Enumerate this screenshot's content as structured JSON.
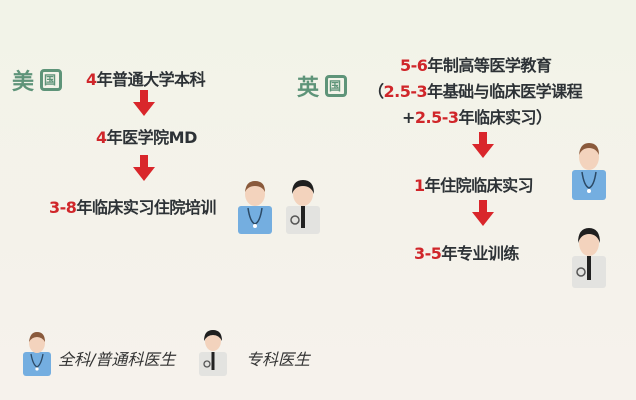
{
  "usa": {
    "title": "美国",
    "title_main": "美",
    "title_box": "国",
    "steps": [
      {
        "num": "4",
        "text": "年普通大学本科"
      },
      {
        "num": "4",
        "text": "年医学院MD"
      },
      {
        "num": "3-8",
        "text": "年临床实习住院培训"
      }
    ]
  },
  "uk": {
    "title": "英国",
    "title_main": "英",
    "title_box": "国",
    "steps": [
      {
        "num": "5-6",
        "text": "年制高等医学教育"
      },
      {
        "prefix": "（",
        "num": "2.5-3",
        "text": "年基础与临床医学课程"
      },
      {
        "prefix": "+",
        "num": "2.5-3",
        "text": "年临床实习）"
      },
      {
        "num": "1",
        "text": "年住院临床实习"
      },
      {
        "num": "3-5",
        "text": "年专业训练"
      }
    ]
  },
  "legend": {
    "gp": "全科/普通科医生",
    "specialist": "专科医生"
  },
  "colors": {
    "background": "#f4f2ea",
    "accent_red": "#d0262a",
    "country_green": "#5e9479",
    "text_dark": "#2d3236",
    "gp_blue": "#6fa8dc"
  }
}
